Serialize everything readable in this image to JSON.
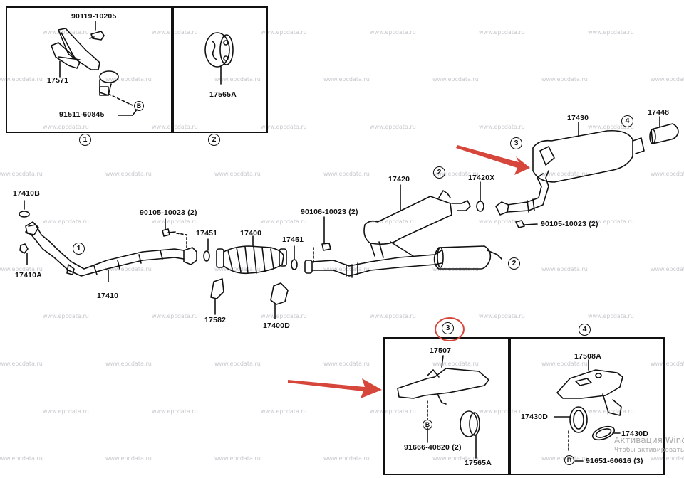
{
  "diagram": {
    "title": "Exhaust pipe parts diagram",
    "watermark": "www.epcdata.ru",
    "accent_color": "#d6463a",
    "callouts": {
      "c1": "1",
      "c2": "2",
      "c3": "3",
      "c4": "4"
    },
    "insets": {
      "inset1": {
        "marker": "1",
        "parts": {
          "bolt": "90119-10205",
          "bracket": "17571",
          "clamp_bolt": "91511-60845",
          "ref": "B"
        }
      },
      "inset2": {
        "marker": "2",
        "parts": {
          "hanger": "17565A"
        }
      },
      "inset3": {
        "marker": "3",
        "highlighted": true,
        "parts": {
          "bracket": "17507",
          "bolt": "91666-40820 (2)",
          "ref": "B",
          "hanger": "17565A"
        }
      },
      "inset4": {
        "marker": "4",
        "parts": {
          "bracket": "17508A",
          "gasket_left": "17430D",
          "gasket_right": "17430D",
          "bolt": "91651-60616 (3)",
          "ref": "B"
        }
      }
    },
    "main_parts": {
      "gasket_top": "17410B",
      "gasket_bottom": "17410A",
      "front_pipe": "17410",
      "bolt_front": "90105-10023 (2)",
      "gasket_1": "17451",
      "converter": "17400",
      "gasket_2": "17451",
      "heat_shield_1": "17582",
      "heat_shield_2": "17400D",
      "bolt_center": "90106-10023 (2)",
      "center_pipe": "17420",
      "gasket_rear": "17420X",
      "tail_pipe": "17430",
      "tail_tip": "17448",
      "bolt_rear": "90105-10023 (2)"
    },
    "annotations": {
      "arrow_1_target": "3",
      "arrow_2_target": "inset-3"
    }
  },
  "os_overlay": {
    "activation_title": "Активация Wind",
    "activation_sub": "Чтобы активировать"
  }
}
